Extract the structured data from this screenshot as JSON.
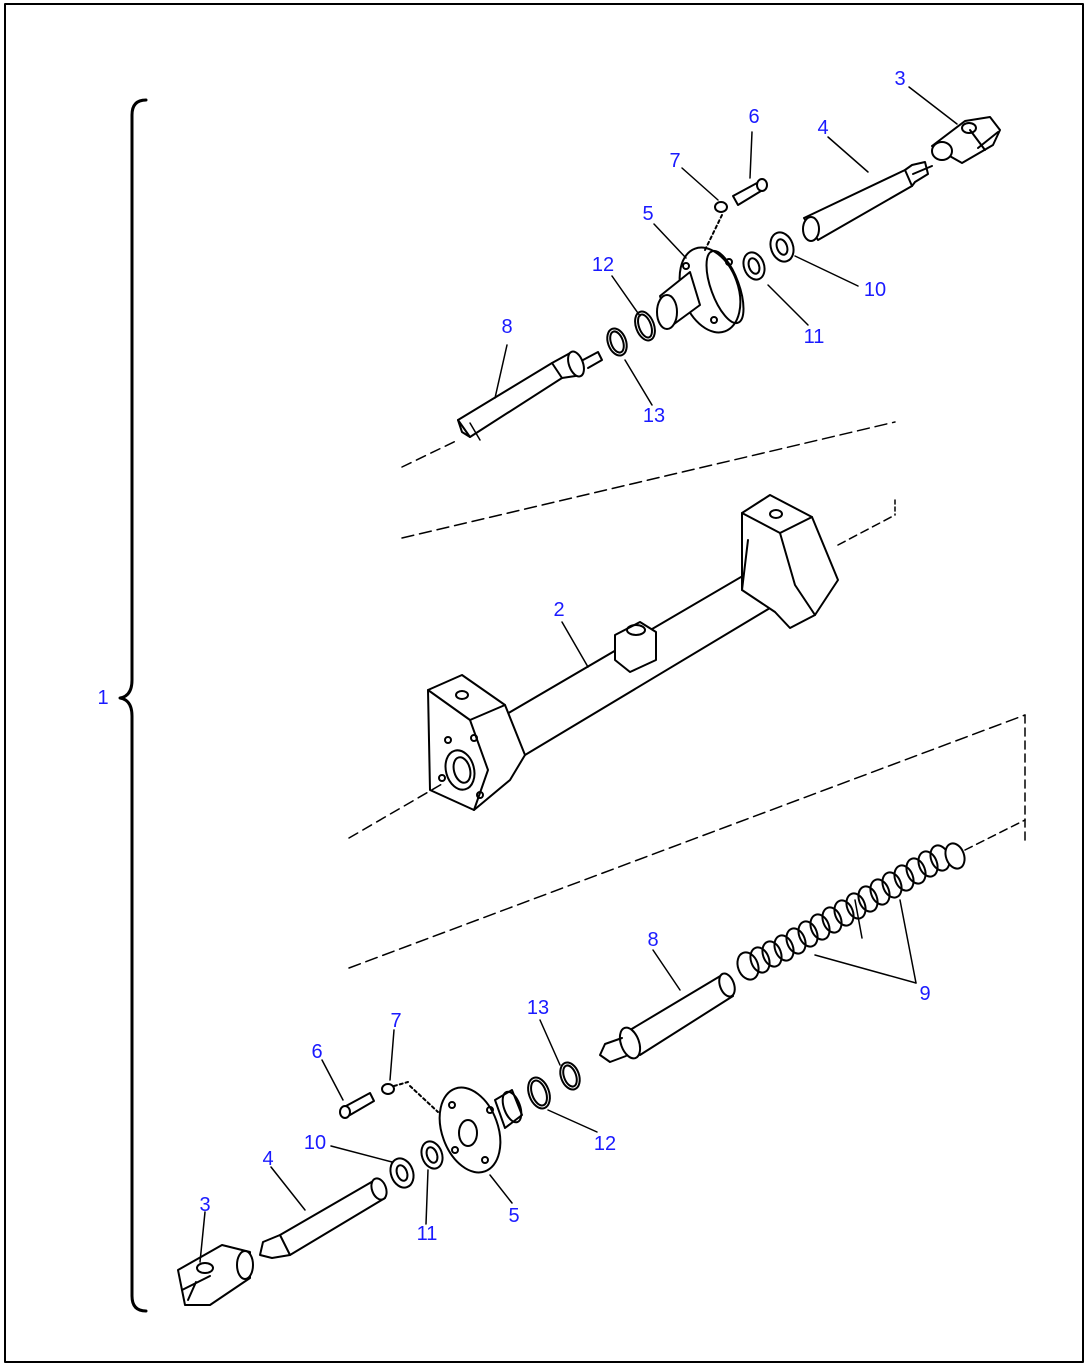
{
  "diagram": {
    "type": "exploded-parts-diagram",
    "callout_color": "#1a1aff",
    "line_color": "#000000",
    "callouts": {
      "assembly": "1",
      "cylinder_body": "2",
      "top_clevis": "3",
      "top_rod": "4",
      "top_flange": "5",
      "top_bolt": "6",
      "top_washer": "7",
      "top_piston_rod": "8",
      "top_nut": "10",
      "top_lock_ring": "11",
      "top_ring_12": "12",
      "top_ring_13": "13",
      "spring": "9",
      "bottom_piston_rod": "8",
      "bottom_ring_13": "13",
      "bottom_ring_12": "12",
      "bottom_washer": "7",
      "bottom_bolt": "6",
      "bottom_nut": "10",
      "bottom_rod": "4",
      "bottom_lock_ring": "11",
      "bottom_flange": "5",
      "bottom_clevis": "3"
    }
  }
}
